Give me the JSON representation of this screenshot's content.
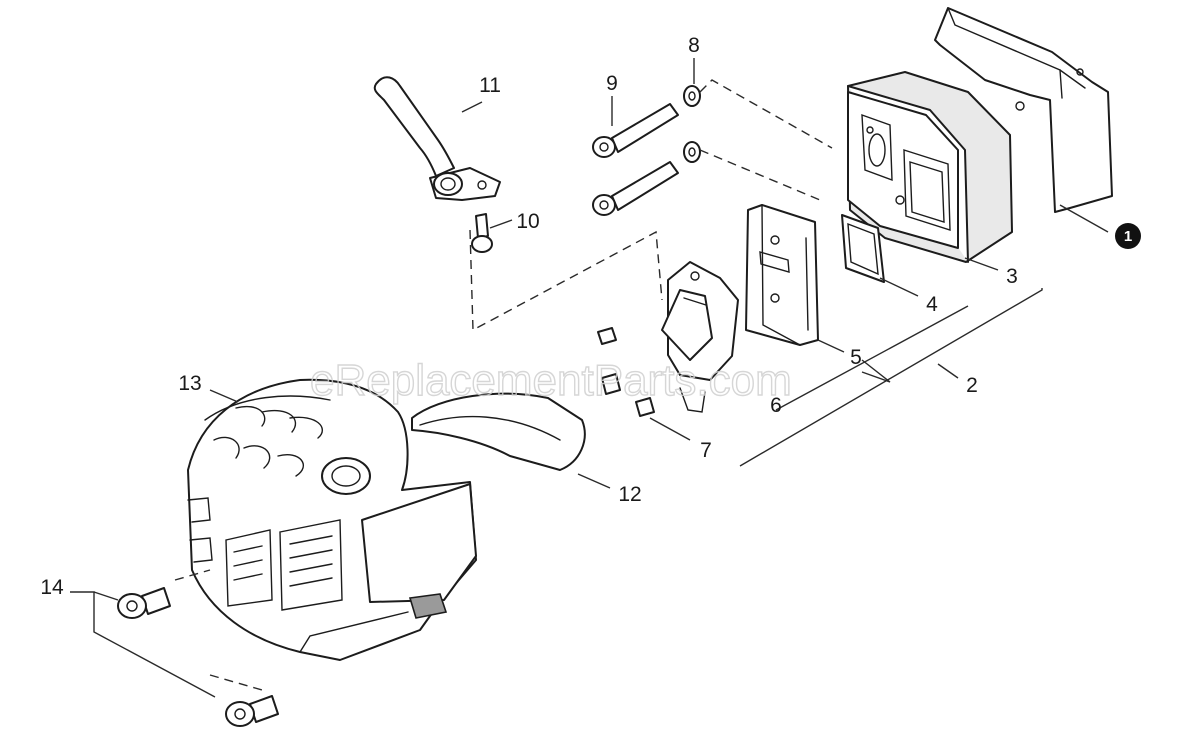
{
  "watermark": "eReplacementParts.com",
  "callouts": {
    "p1": "1",
    "p2": "2",
    "p3": "3",
    "p4": "4",
    "p5": "5",
    "p6": "6",
    "p7": "7",
    "p8": "8",
    "p9": "9",
    "p10": "10",
    "p11": "11",
    "p12": "12",
    "p13": "13",
    "p14": "14"
  },
  "colors": {
    "line": "#1c1c1c",
    "badge": "#111111",
    "watermark": "#cfcfcf"
  }
}
